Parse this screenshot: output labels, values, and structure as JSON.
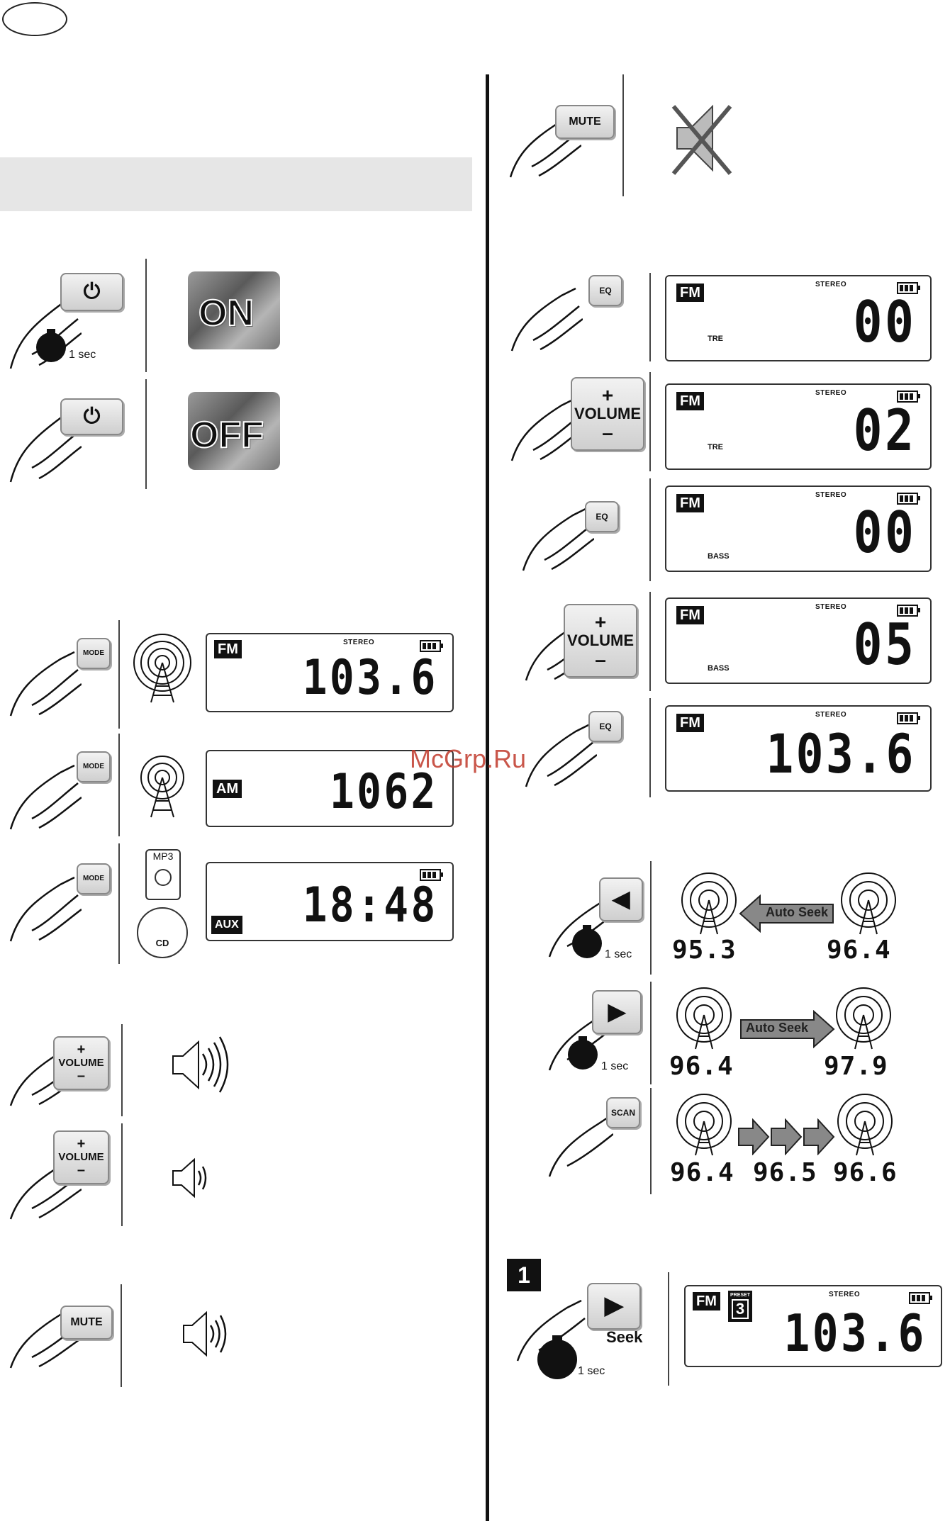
{
  "panels": {
    "power_on": {
      "button_label": "⏻",
      "timer_label": "1 sec",
      "result_label": "ON"
    },
    "power_off": {
      "button_label": "⏻",
      "result_label": "OFF"
    },
    "mode": {
      "button_label": "MODE",
      "fm": {
        "band": "FM",
        "stereo": "STEREO",
        "value": "103.6"
      },
      "am": {
        "band": "AM",
        "value": "1062"
      },
      "aux": {
        "band": "AUX",
        "value": "18:48",
        "mp3": "MP3",
        "cd": "CD"
      }
    },
    "volume": {
      "plus": "+",
      "label": "VOLUME",
      "minus": "–"
    },
    "mute_left": {
      "button_label": "MUTE"
    },
    "mute_right": {
      "button_label": "MUTE"
    },
    "eq": {
      "button_label": "EQ",
      "screens": [
        {
          "band": "FM",
          "stereo": "STEREO",
          "mode": "TRE",
          "value": "00"
        },
        {
          "band": "FM",
          "stereo": "STEREO",
          "mode": "TRE",
          "value": "02"
        },
        {
          "band": "FM",
          "stereo": "STEREO",
          "mode": "BASS",
          "value": "00"
        },
        {
          "band": "FM",
          "stereo": "STEREO",
          "mode": "BASS",
          "value": "05"
        },
        {
          "band": "FM",
          "stereo": "STEREO",
          "mode": "",
          "value": "103.6"
        }
      ]
    },
    "seek": {
      "timer_label": "1 sec",
      "auto_seek": "Auto Seek",
      "back": {
        "from": "95.3",
        "to": "96.4"
      },
      "forward": {
        "from": "96.4",
        "to": "97.9"
      },
      "scan": {
        "button_label": "SCAN",
        "f1": "96.4",
        "f2": "96.5",
        "f3": "96.6"
      }
    },
    "preset": {
      "step": "1",
      "seek_label": "Seek",
      "timer_label": "1 sec",
      "band": "FM",
      "preset_tag": "PRESET",
      "preset_num": "3",
      "stereo": "STEREO",
      "value": "103.6"
    }
  },
  "watermark": "McGrp.Ru"
}
